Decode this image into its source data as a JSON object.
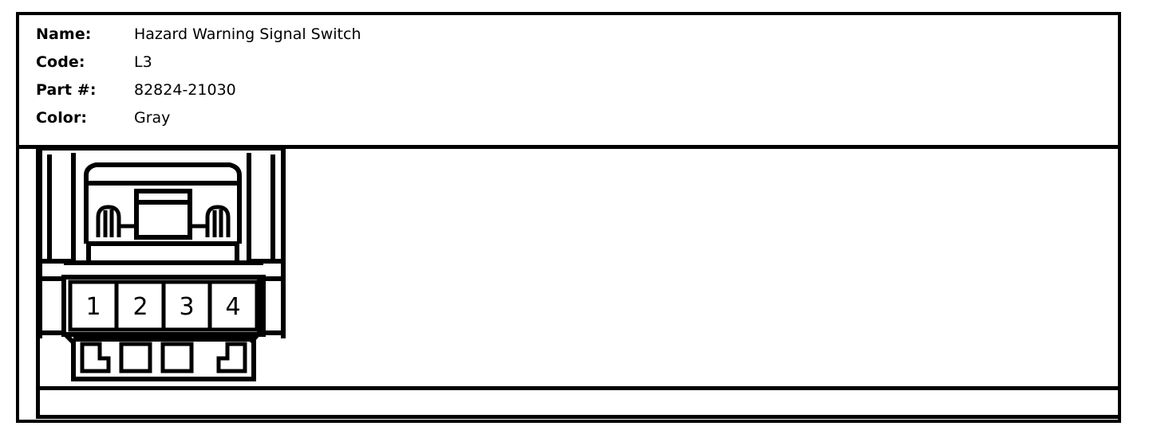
{
  "part_info": {
    "rows": [
      {
        "label": "Name:",
        "value": "Hazard Warning Signal Switch"
      },
      {
        "label": "Code:",
        "value": "L3"
      },
      {
        "label": "Part #:",
        "value": "82824-21030"
      },
      {
        "label": "Color:",
        "value": "Gray"
      }
    ]
  },
  "connector": {
    "type": "4-pin automotive connector, front view",
    "pin_count": 4,
    "pins": [
      {
        "number": "1"
      },
      {
        "number": "2"
      },
      {
        "number": "3"
      },
      {
        "number": "4"
      }
    ],
    "features": {
      "latch": "top center locking tab with side ribs",
      "terminal_stubs": 4
    }
  },
  "colors": {
    "line": "#000000",
    "background": "#ffffff"
  }
}
